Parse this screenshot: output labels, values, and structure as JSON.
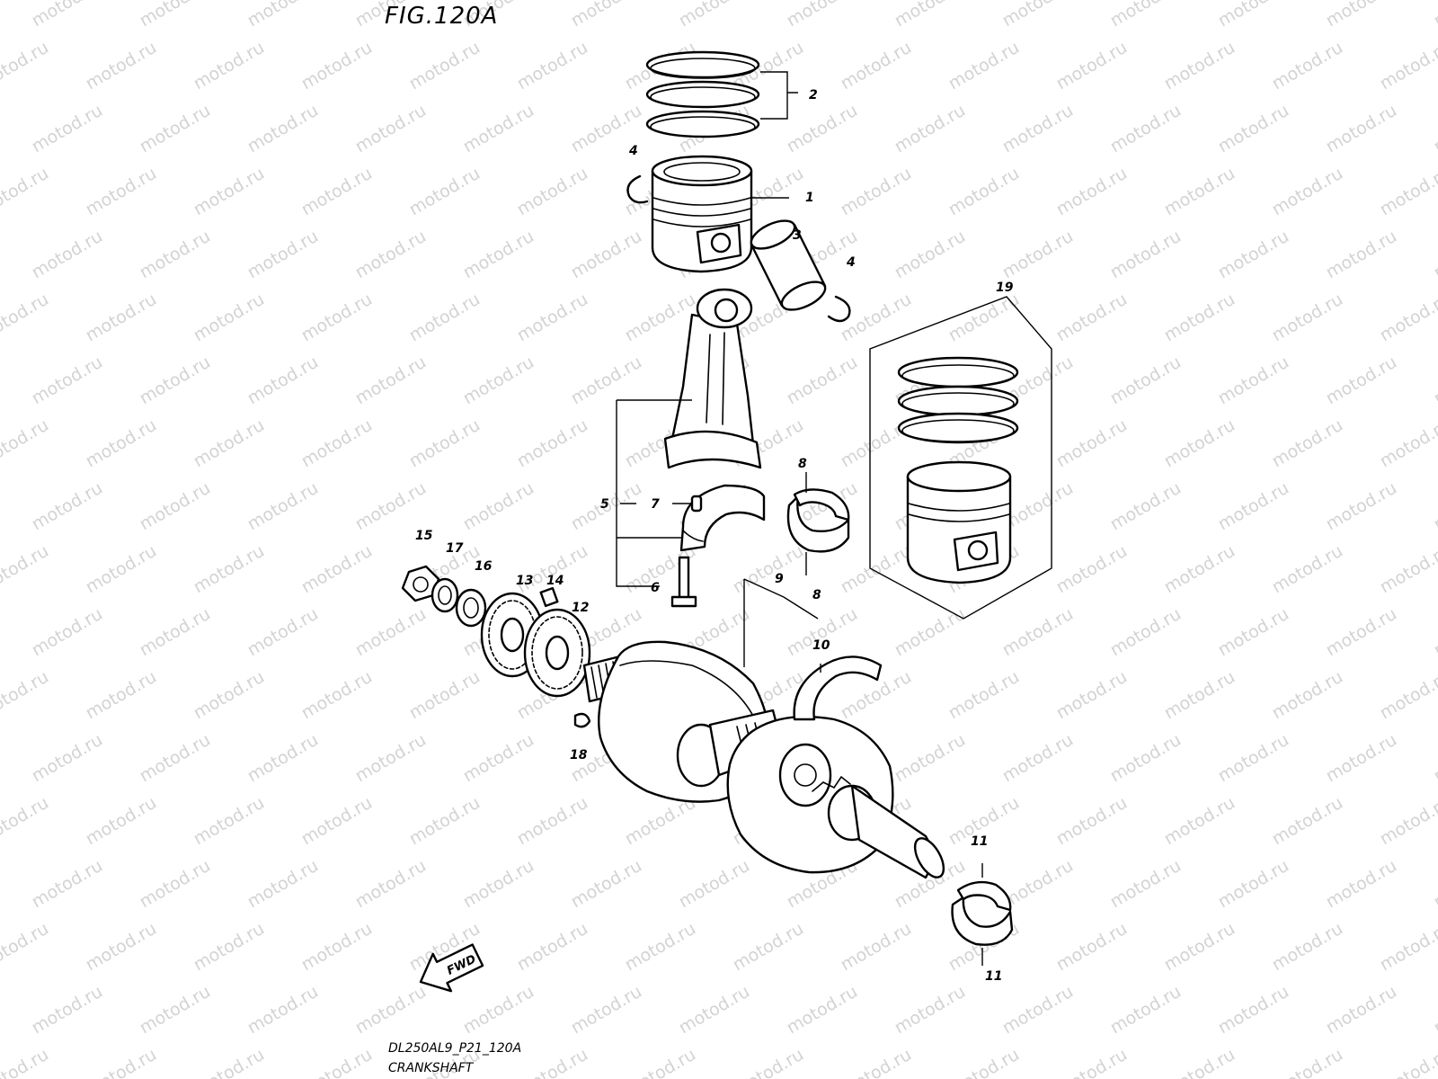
{
  "figure_title": "FIG.120A",
  "callouts": {
    "c1": "1",
    "c2": "2",
    "c3": "3",
    "c4a": "4",
    "c4b": "4",
    "c5": "5",
    "c6": "6",
    "c7": "7",
    "c8a": "8",
    "c8b": "8",
    "c9": "9",
    "c10": "10",
    "c11a": "11",
    "c11b": "11",
    "c12": "12",
    "c13": "13",
    "c14": "14",
    "c15": "15",
    "c16": "16",
    "c17": "17",
    "c18": "18",
    "c19": "19"
  },
  "fwd_label": "FWD",
  "footer": {
    "code": "DL250AL9_P21_120A",
    "caption": "CRANKSHAFT"
  },
  "watermark": "motod.ru"
}
